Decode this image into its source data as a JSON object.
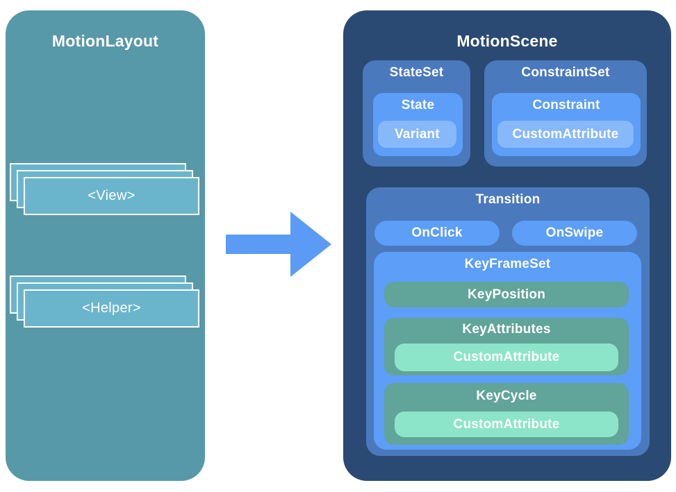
{
  "colors": {
    "left_panel_bg": "#5799A9",
    "stack_card_bg": "#6BB5CC",
    "stack_card_border": "#ffffff",
    "arrow_blue": "#5B9BF5",
    "right_panel_bg": "#2B4A73",
    "container_blue": "#4B79BE",
    "light_blue": "#5C9EF8",
    "pale_blue": "#87B8FA",
    "green": "#61A499",
    "mint": "#8CE5C8",
    "text": "#ffffff"
  },
  "left_panel": {
    "title": "MotionLayout",
    "view_stack": {
      "label": "<View>"
    },
    "helper_stack": {
      "label": "<Helper>"
    }
  },
  "arrow": {
    "name": "right-arrow"
  },
  "right_panel": {
    "title": "MotionScene",
    "state_set": {
      "label": "StateSet",
      "state": {
        "label": "State",
        "variant": {
          "label": "Variant"
        }
      }
    },
    "constraint_set": {
      "label": "ConstraintSet",
      "constraint": {
        "label": "Constraint",
        "custom_attribute": {
          "label": "CustomAttribute"
        }
      }
    },
    "transition": {
      "label": "Transition",
      "on_click": {
        "label": "OnClick"
      },
      "on_swipe": {
        "label": "OnSwipe"
      },
      "key_frame_set": {
        "label": "KeyFrameSet",
        "key_position": {
          "label": "KeyPosition"
        },
        "key_attributes": {
          "label": "KeyAttributes",
          "custom_attribute": {
            "label": "CustomAttribute"
          }
        },
        "key_cycle": {
          "label": "KeyCycle",
          "custom_attribute": {
            "label": "CustomAttribute"
          }
        }
      }
    }
  }
}
